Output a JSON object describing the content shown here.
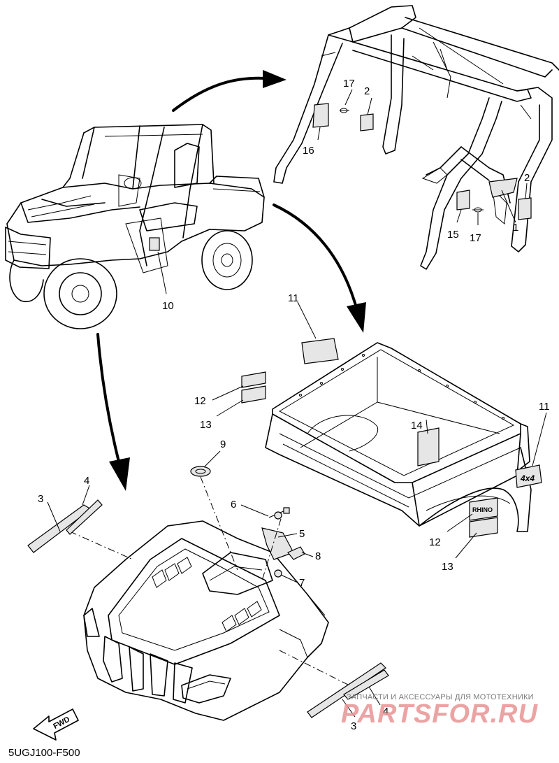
{
  "callouts": {
    "c1": "1",
    "c2a": "2",
    "c2b": "2",
    "c3a": "3",
    "c3b": "3",
    "c4a": "4",
    "c4b": "4",
    "c5": "5",
    "c6": "6",
    "c7": "7",
    "c8": "8",
    "c9": "9",
    "c10": "10",
    "c11a": "11",
    "c11b": "11",
    "c12a": "12",
    "c12b": "12",
    "c13a": "13",
    "c13b": "13",
    "c14": "14",
    "c15": "15",
    "c16": "16",
    "c17a": "17",
    "c17b": "17"
  },
  "fwd_label": "FWD",
  "diagram_code": "5UGJ100-F500",
  "watermark": {
    "tagline": "ЗАПЧАСТИ И АКСЕССУАРЫ ДЛЯ МОТОТЕХНИКИ",
    "logo": "PARTSFOR.RU"
  },
  "decal_texts": {
    "bed_4x4": "4x4",
    "side_badge": "RHINO"
  }
}
